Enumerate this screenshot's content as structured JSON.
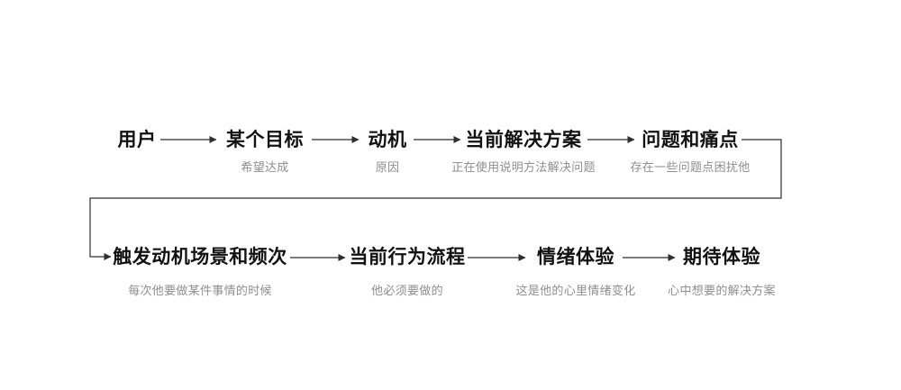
{
  "flow": {
    "top_row": [
      {
        "label": "用户",
        "sublabel": ""
      },
      {
        "label": "某个目标",
        "sublabel": "希望达成"
      },
      {
        "label": "动机",
        "sublabel": "原因"
      },
      {
        "label": "当前解决方案",
        "sublabel": "正在使用说明方法解决问题"
      },
      {
        "label": "问题和痛点",
        "sublabel": "存在一些问题点困扰他"
      }
    ],
    "bottom_row": [
      {
        "label": "触发动机场景和频次",
        "sublabel": "每次他要做某件事情的时候"
      },
      {
        "label": "当前行为流程",
        "sublabel": "他必须要做的"
      },
      {
        "label": "情绪体验",
        "sublabel": "这是他的心里情绪变化"
      },
      {
        "label": "期待体验",
        "sublabel": "心中想要的解决方案"
      }
    ],
    "colors": {
      "label": "#121212",
      "sublabel": "#8f8f8f",
      "connector": "#2e2e2e",
      "background": "#ffffff"
    }
  }
}
